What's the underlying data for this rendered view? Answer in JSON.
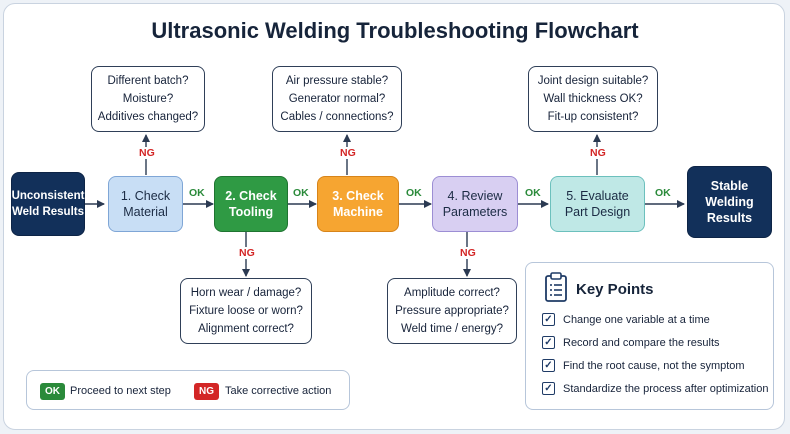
{
  "title": "Ultrasonic Welding Troubleshooting Flowchart",
  "flow": {
    "start": [
      "Unconsistent",
      "Weld Results"
    ],
    "steps": [
      {
        "lines": [
          "1. Check",
          "Material"
        ]
      },
      {
        "lines": [
          "2. Check",
          "Tooling"
        ]
      },
      {
        "lines": [
          "3. Check",
          "Machine"
        ]
      },
      {
        "lines": [
          "4. Review",
          "Parameters"
        ]
      },
      {
        "lines": [
          "5. Evaluate",
          "Part Design"
        ]
      }
    ],
    "end": [
      "Stable",
      "Welding",
      "Results"
    ],
    "ok_label": "OK",
    "ng_label": "NG"
  },
  "callouts": {
    "material": [
      "Different batch?",
      "Moisture?",
      "Additives changed?"
    ],
    "tooling": [
      "Horn wear / damage?",
      "Fixture loose or worn?",
      "Alignment correct?"
    ],
    "machine": [
      "Air pressure stable?",
      "Generator normal?",
      "Cables / connections?"
    ],
    "parameters": [
      "Amplitude correct?",
      "Pressure appropriate?",
      "Weld time / energy?"
    ],
    "design": [
      "Joint design suitable?",
      "Wall thickness OK?",
      "Fit-up consistent?"
    ]
  },
  "key_points": {
    "title": "Key Points",
    "items": [
      "Change one variable at a time",
      "Record and compare the results",
      "Find the root cause, not the symptom",
      "Standardize the process after optimization"
    ]
  },
  "legend": {
    "ok_badge": "OK",
    "ok_text": "Proceed to next step",
    "ng_badge": "NG",
    "ng_text": "Take corrective action"
  },
  "colors": {
    "start_end": "#12305a",
    "material": "#c8def5",
    "tooling": "#2f9a44",
    "machine": "#f6a531",
    "parameters": "#d8cff2",
    "design": "#bfe8e6",
    "ok": "#2a8a3a",
    "ng": "#d32626"
  }
}
